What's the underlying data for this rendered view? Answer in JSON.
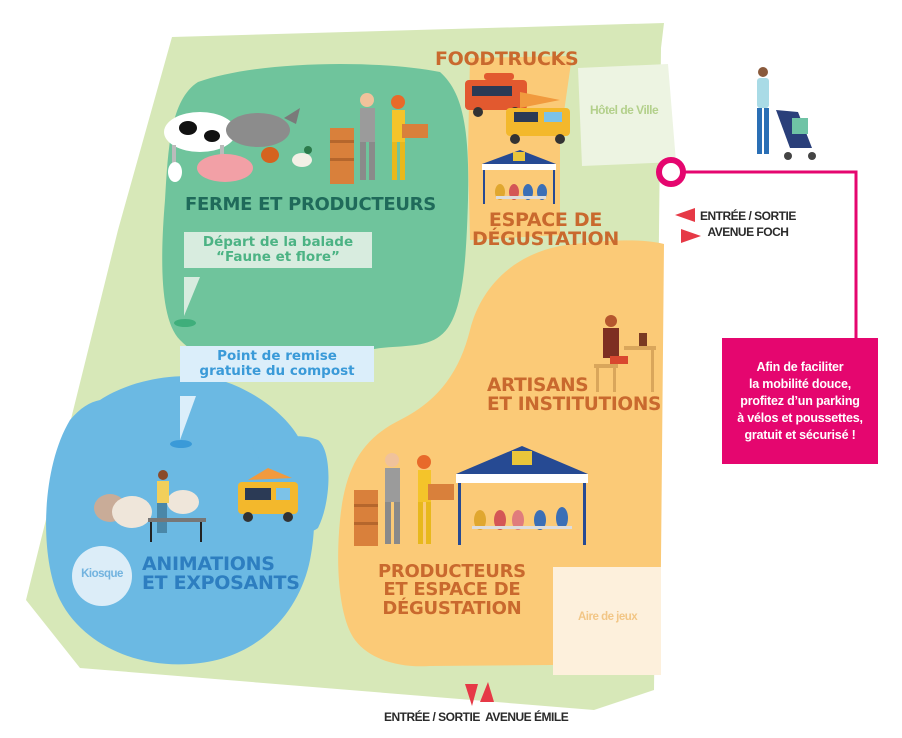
{
  "map": {
    "colors": {
      "park_green": "#d7e8b8",
      "farm_zone": "#6fc49c",
      "blue_zone": "#6bb9e3",
      "orange_zone": "#fbca77",
      "magenta_accent": "#e5066f",
      "arrow_red": "#e63946",
      "orange_title": "#c9692e",
      "farm_title": "#1f6a5a",
      "blue_title": "#2d7ec0"
    },
    "zones": [
      {
        "id": "farm",
        "title": "FERME ET PRODUCTEURS"
      },
      {
        "id": "foodtrucks",
        "title": "FOODTRUCKS"
      },
      {
        "id": "tasting-top",
        "title_line1": "ESPACE DE",
        "title_line2": "DÉGUSTATION"
      },
      {
        "id": "artisans",
        "title_line1": "ARTISANS",
        "title_line2": "ET INSTITUTIONS"
      },
      {
        "id": "animations",
        "title_line1": "ANIMATIONS",
        "title_line2": "ET EXPOSANTS"
      },
      {
        "id": "producers-tasting",
        "title_line1": "PRODUCTEURS",
        "title_line2": "ET ESPACE DE",
        "title_line3": "DÉGUSTATION"
      }
    ],
    "places": {
      "town_hall": "Hôtel de Ville",
      "playground": "Aire de jeux",
      "kiosk": "Kiosque"
    },
    "callouts": {
      "walk_line1": "Départ de la balade",
      "walk_line2": "“Faune et flore”",
      "compost_line1": "Point de remise",
      "compost_line2": "gratuite du compost"
    },
    "entrances": {
      "foch_line1": "ENTRÉE / SORTIE",
      "foch_line2": "AVENUE FOCH",
      "emile": "ENTRÉE / SORTIE  AVENUE ÉMILE"
    },
    "info_box": {
      "line1": "Afin de faciliter",
      "line2": "la mobilité douce,",
      "line3": "profitez d’un parking",
      "line4": "à vélos et poussettes,",
      "line5": "gratuit et sécurisé !"
    },
    "illustrations": [
      "farm-animals-illustration",
      "farmers-illustration",
      "food-trucks-illustration",
      "tasting-tent-illustration",
      "parent-with-stroller-illustration",
      "artisan-potter-illustration",
      "sheep-shearing-illustration",
      "pizza-food-truck-illustration"
    ]
  }
}
